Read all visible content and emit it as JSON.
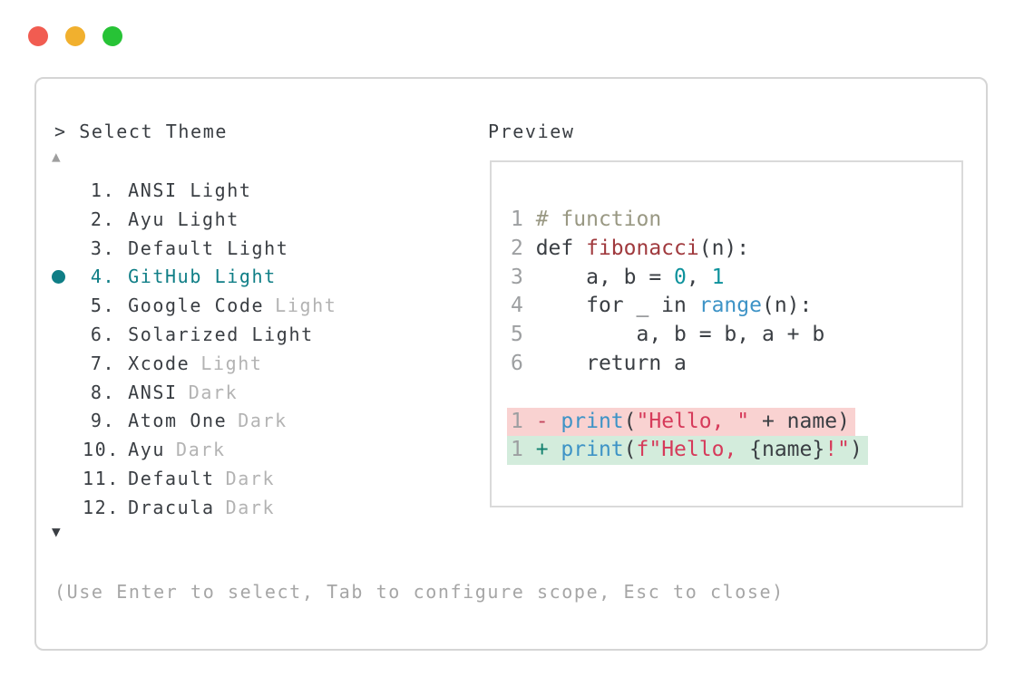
{
  "window": {
    "controls": [
      {
        "name": "close",
        "color": "#f15c51"
      },
      {
        "name": "minimize",
        "color": "#f1b02e"
      },
      {
        "name": "maximize",
        "color": "#27c336"
      }
    ]
  },
  "panel": {
    "title": "> Select Theme",
    "scroll_up_symbol": "▲",
    "scroll_down_symbol": "▼",
    "items": [
      {
        "number": "1.",
        "name": "ANSI Light",
        "dim": "",
        "selected": false
      },
      {
        "number": "2.",
        "name": "Ayu Light",
        "dim": "",
        "selected": false
      },
      {
        "number": "3.",
        "name": "Default Light",
        "dim": "",
        "selected": false
      },
      {
        "number": "4.",
        "name": "GitHub Light",
        "dim": "",
        "selected": true
      },
      {
        "number": "5.",
        "name": "Google Code",
        "dim": "Light",
        "selected": false
      },
      {
        "number": "6.",
        "name": "Solarized Light",
        "dim": "",
        "selected": false
      },
      {
        "number": "7.",
        "name": "Xcode",
        "dim": "Light",
        "selected": false
      },
      {
        "number": "8.",
        "name": "ANSI",
        "dim": "Dark",
        "selected": false
      },
      {
        "number": "9.",
        "name": "Atom One",
        "dim": "Dark",
        "selected": false
      },
      {
        "number": "10.",
        "name": "Ayu",
        "dim": "Dark",
        "selected": false
      },
      {
        "number": "11.",
        "name": "Default",
        "dim": "Dark",
        "selected": false
      },
      {
        "number": "12.",
        "name": "Dracula",
        "dim": "Dark",
        "selected": false
      }
    ],
    "help": "(Use Enter to select, Tab to configure scope, Esc to close)"
  },
  "preview": {
    "label": "Preview",
    "code_lines": [
      {
        "bg": "",
        "tokens": [
          {
            "t": "1 ",
            "c": "ln"
          },
          {
            "t": "# function",
            "c": "comment"
          }
        ]
      },
      {
        "bg": "",
        "tokens": [
          {
            "t": "2 ",
            "c": "ln"
          },
          {
            "t": "def ",
            "c": "plain"
          },
          {
            "t": "fibonacci",
            "c": "func"
          },
          {
            "t": "(n):",
            "c": "plain"
          }
        ]
      },
      {
        "bg": "",
        "tokens": [
          {
            "t": "3 ",
            "c": "ln"
          },
          {
            "t": "    a, b = ",
            "c": "plain"
          },
          {
            "t": "0",
            "c": "number"
          },
          {
            "t": ", ",
            "c": "plain"
          },
          {
            "t": "1",
            "c": "number"
          }
        ]
      },
      {
        "bg": "",
        "tokens": [
          {
            "t": "4 ",
            "c": "ln"
          },
          {
            "t": "    for _ in ",
            "c": "plain"
          },
          {
            "t": "range",
            "c": "builtin"
          },
          {
            "t": "(n):",
            "c": "plain"
          }
        ]
      },
      {
        "bg": "",
        "tokens": [
          {
            "t": "5 ",
            "c": "ln"
          },
          {
            "t": "        a, b = b, a + b",
            "c": "plain"
          }
        ]
      },
      {
        "bg": "",
        "tokens": [
          {
            "t": "6 ",
            "c": "ln"
          },
          {
            "t": "    return a",
            "c": "plain"
          }
        ]
      },
      {
        "bg": "",
        "tokens": []
      },
      {
        "bg": "removed",
        "tokens": [
          {
            "t": "1 ",
            "c": "ln"
          },
          {
            "t": "- ",
            "c": "del"
          },
          {
            "t": "print",
            "c": "builtin"
          },
          {
            "t": "(",
            "c": "plain"
          },
          {
            "t": "\"Hello, \"",
            "c": "string"
          },
          {
            "t": " + name)",
            "c": "plain"
          }
        ]
      },
      {
        "bg": "added",
        "tokens": [
          {
            "t": "1 ",
            "c": "ln"
          },
          {
            "t": "+ ",
            "c": "ins"
          },
          {
            "t": "print",
            "c": "builtin"
          },
          {
            "t": "(",
            "c": "plain"
          },
          {
            "t": "f\"Hello, ",
            "c": "string"
          },
          {
            "t": "{name}",
            "c": "plain"
          },
          {
            "t": "!\"",
            "c": "string"
          },
          {
            "t": ")",
            "c": "plain"
          }
        ]
      }
    ]
  },
  "colors": {
    "selected_accent": "#0f7e86",
    "text_dark": "#3a3e43",
    "text_dim": "#b3b3b3",
    "help_gray": "#a6a6a6",
    "line_number": "#9d9fa1",
    "comment": "#999883",
    "function_name": "#a03a3e",
    "literal_number": "#0d929c",
    "builtin": "#3d93c6",
    "string": "#d63a5a",
    "diff_removed_bg": "#f9d2d1",
    "diff_added_bg": "#d3ecdc",
    "panel_border": "#d5d5d5"
  }
}
